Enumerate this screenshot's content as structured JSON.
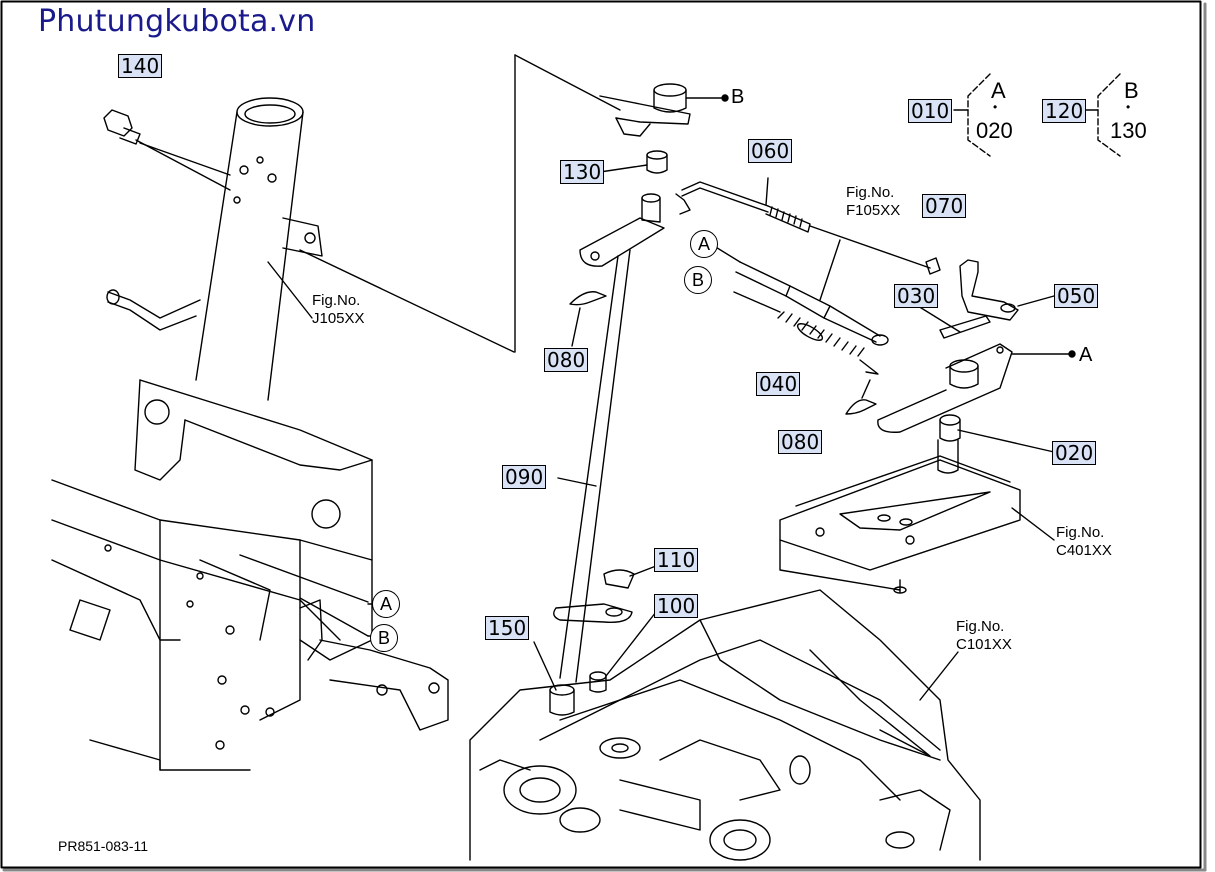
{
  "site_title": "Phutungkubota.vn",
  "diagram_code": "PR851-083-11",
  "part_labels": {
    "p140": "140",
    "p130": "130",
    "p060": "060",
    "p070": "070",
    "p030": "030",
    "p050": "050",
    "p080a": "080",
    "p040": "040",
    "p080b": "080",
    "p020": "020",
    "p090": "090",
    "p110": "110",
    "p100": "100",
    "p150": "150",
    "p010": "010",
    "p120": "120"
  },
  "fig_refs": {
    "j105_line1": "Fig.No.",
    "j105_line2": "J105XX",
    "f105_line1": "Fig.No.",
    "f105_line2": "F105XX",
    "c401_line1": "Fig.No.",
    "c401_line2": "C401XX",
    "c101_line1": "Fig.No.",
    "c101_line2": "C101XX"
  },
  "points": {
    "a": "A",
    "b": "B"
  },
  "legend": {
    "g1_top": "A",
    "g1_dot": "•",
    "g1_bottom": "020",
    "g2_top": "B",
    "g2_dot": "•",
    "g2_bottom": "130"
  }
}
